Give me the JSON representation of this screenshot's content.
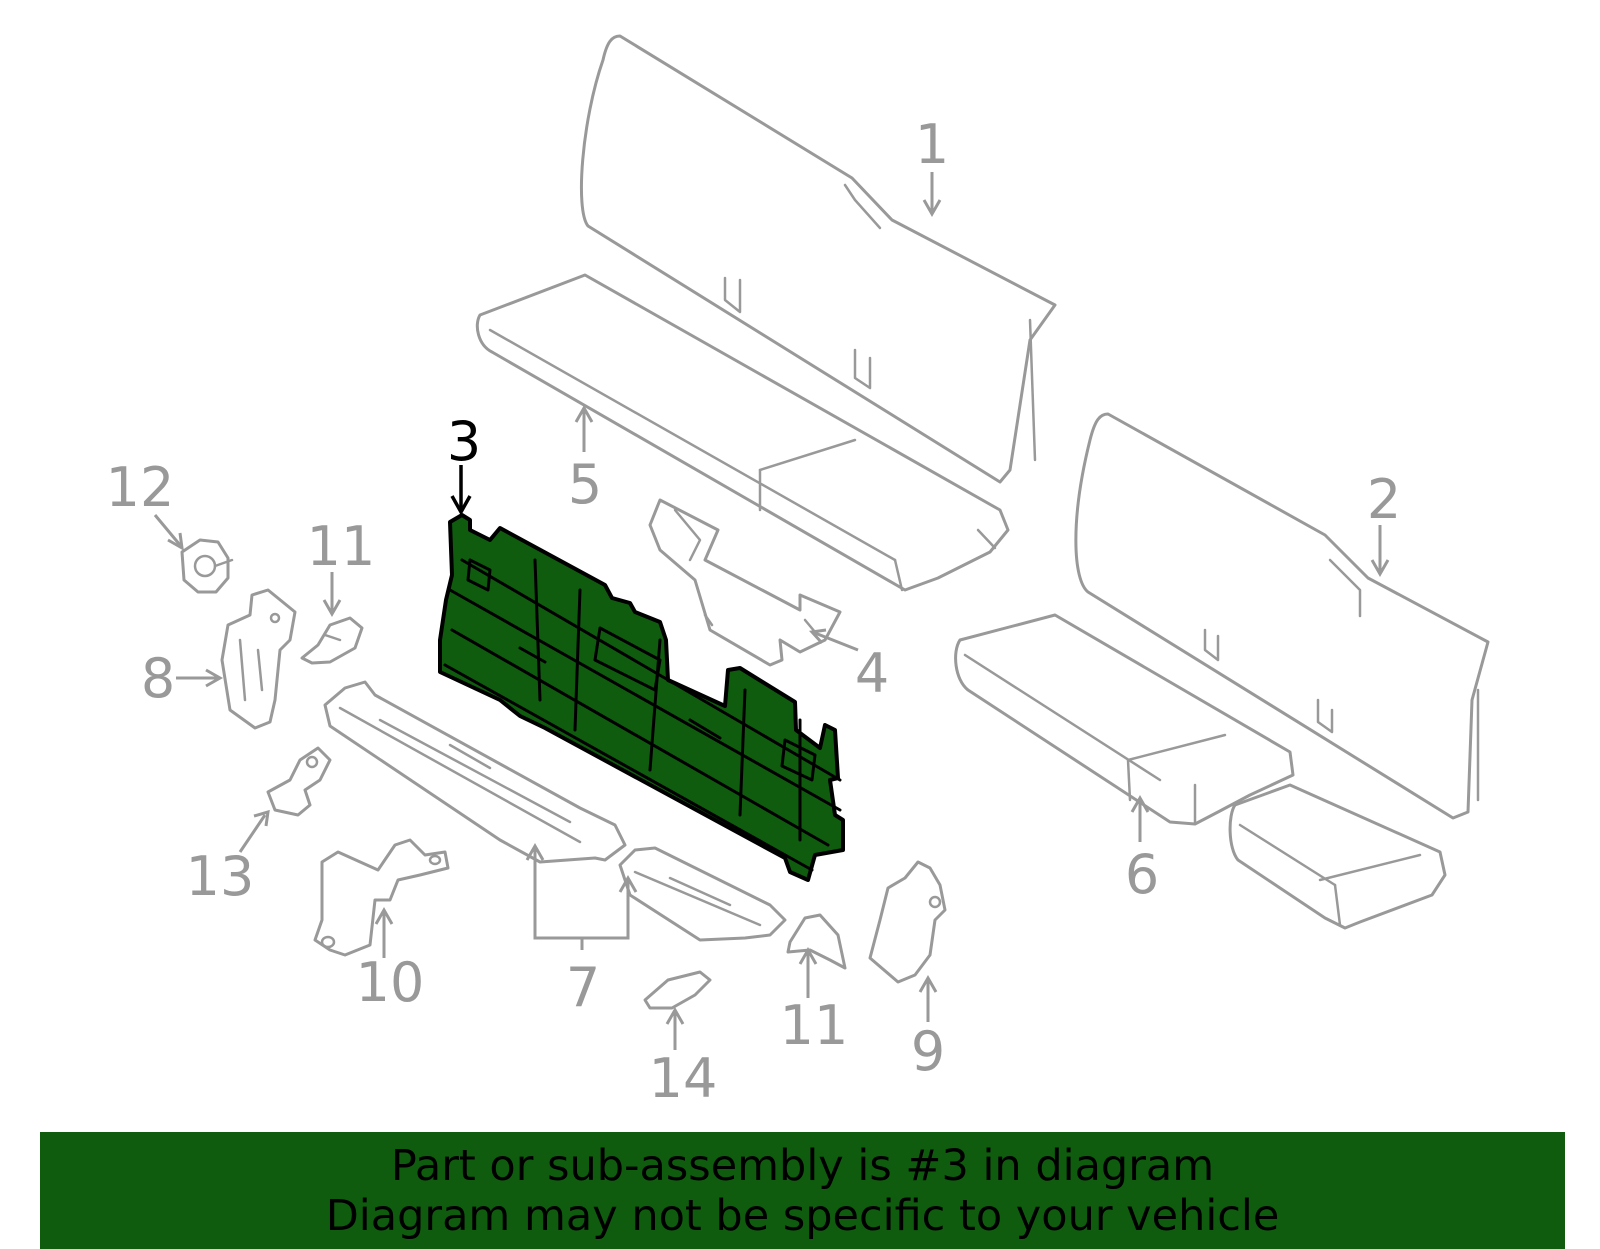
{
  "callouts": {
    "c1": "1",
    "c2": "2",
    "c3": "3",
    "c4": "4",
    "c5": "5",
    "c6": "6",
    "c7": "7",
    "c8": "8",
    "c9": "9",
    "c10": "10",
    "c11a": "11",
    "c11b": "11",
    "c12": "12",
    "c13": "13",
    "c14": "14"
  },
  "highlighted_part": "3",
  "banner": {
    "line1": "Part or sub-assembly is #3 in diagram",
    "line2": "Diagram may not be specific to your vehicle"
  },
  "colors": {
    "highlight_fill": "#0f5c0f",
    "banner_background": "#0f5c0f",
    "part_outline": "#999999",
    "highlight_outline": "#000000",
    "background": "#ffffff"
  }
}
